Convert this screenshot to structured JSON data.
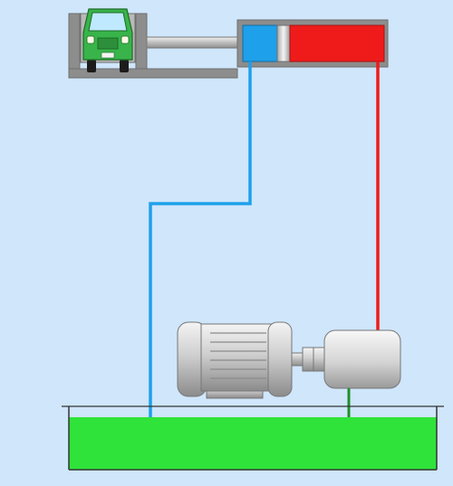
{
  "diagram": {
    "colors": {
      "background": "#cfe6fb",
      "frame": "#8d8d8d",
      "frame_dark": "#6f6f6f",
      "cylinder_blue_chamber": "#1ea0ea",
      "cylinder_red_chamber": "#ef1b1b",
      "line_blue": "#1ea0ea",
      "line_red": "#ef1b1b",
      "line_green": "#1f8f2b",
      "tank_fluid": "#2fe33a",
      "car_body": "#38b44a",
      "motor_metal": "#d8d8d8",
      "pump_metal": "#d6d6d6"
    },
    "components": [
      {
        "name": "vehicle-lift-frame"
      },
      {
        "name": "green-car"
      },
      {
        "name": "hydraulic-cylinder"
      },
      {
        "name": "electric-motor"
      },
      {
        "name": "hydraulic-pump"
      },
      {
        "name": "fluid-tank"
      }
    ]
  }
}
